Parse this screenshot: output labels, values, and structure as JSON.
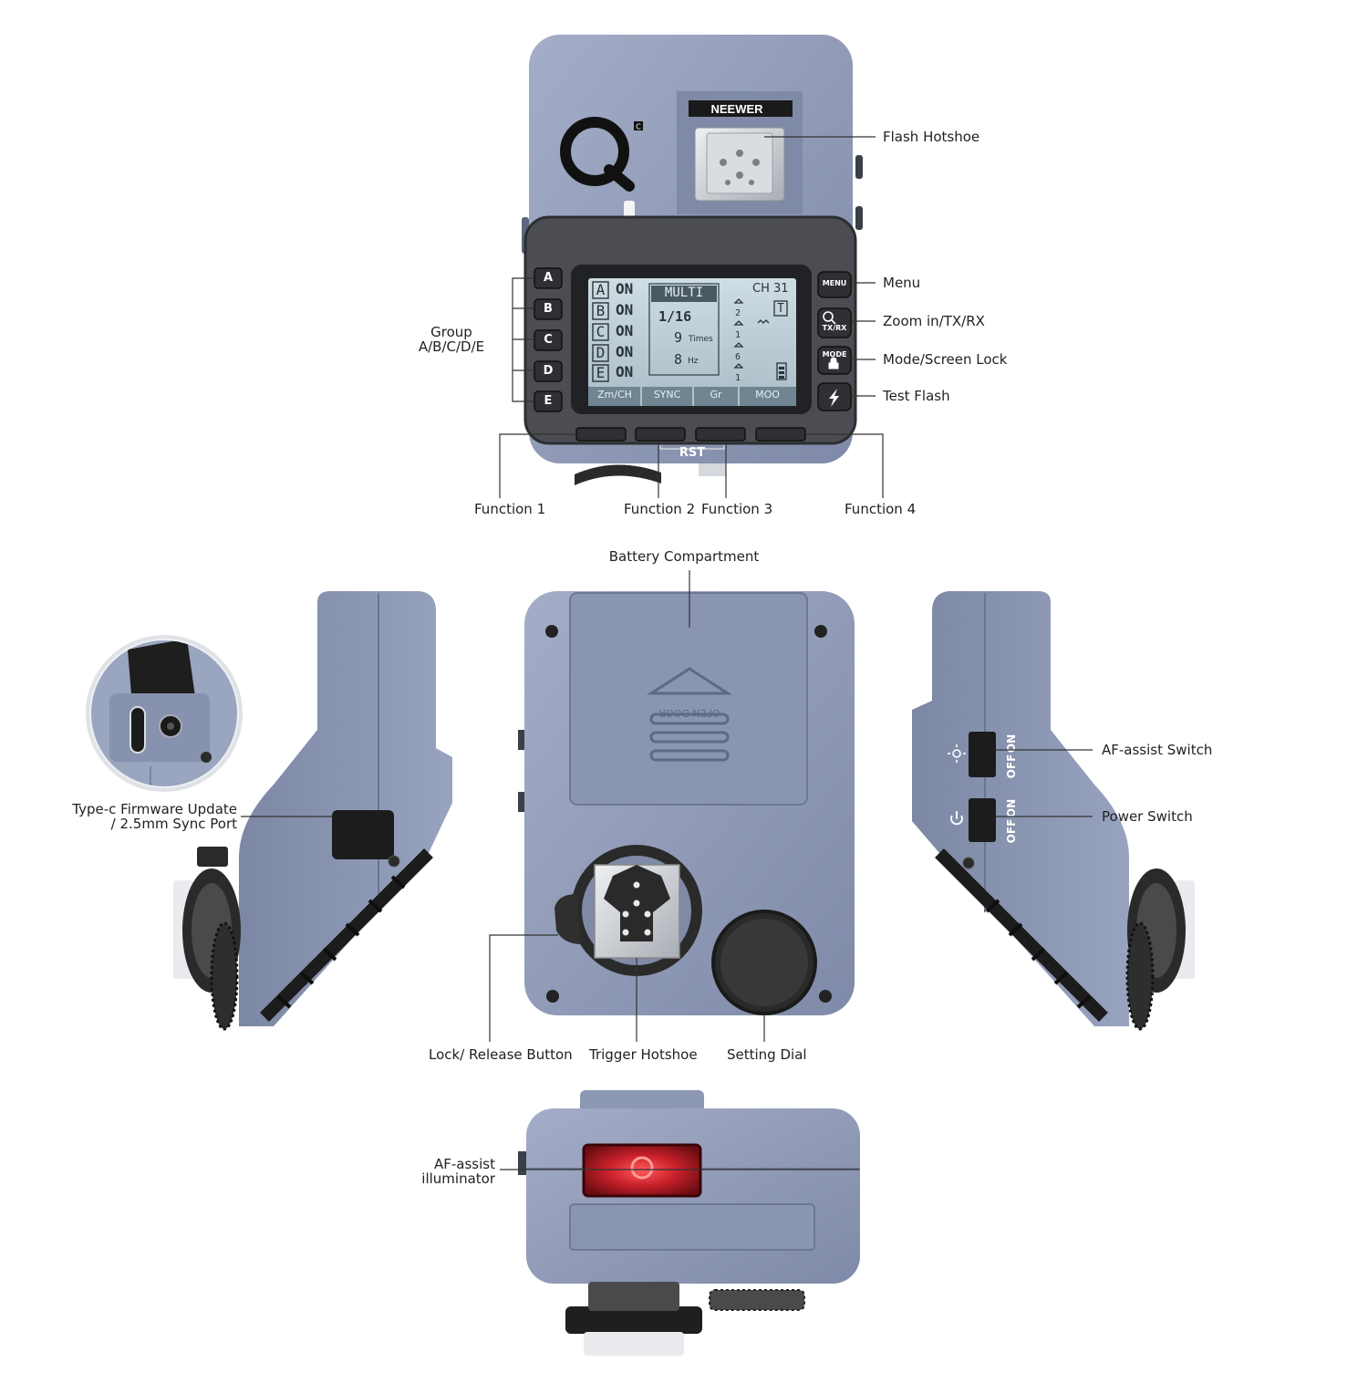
{
  "colors": {
    "body": "#8f9ab7",
    "body_dark": "#6f7a98",
    "body_light": "#a9b3cc",
    "panel": "#4b4d52",
    "lcd": "#b9cbd4",
    "lcd_ink": "#2b3238",
    "button": "#2e3034",
    "metal": "#cfd3d8",
    "red": "#c8202a",
    "leader": "#333333"
  },
  "device": {
    "brand": "NEEWER",
    "logo_mark": "Q",
    "logo_sub": "C",
    "group_buttons": [
      "A",
      "B",
      "C",
      "D",
      "E"
    ],
    "right_buttons": [
      {
        "icon": "menu-icon",
        "label": "MENU"
      },
      {
        "icon": "zoom-icon",
        "label": "TX/RX"
      },
      {
        "icon": "lock-icon",
        "label": "MODE"
      },
      {
        "icon": "flash-icon",
        "label": ""
      }
    ],
    "rst_label": "RST",
    "door_text": "OPEN DOOR",
    "switch_on": "ON",
    "switch_off": "OFF"
  },
  "lcd": {
    "groups": [
      {
        "letter": "A",
        "state": "ON"
      },
      {
        "letter": "B",
        "state": "ON"
      },
      {
        "letter": "C",
        "state": "ON"
      },
      {
        "letter": "D",
        "state": "ON"
      },
      {
        "letter": "E",
        "state": "ON"
      }
    ],
    "mode": "MULTI",
    "power": "1/16",
    "times_value": "9",
    "times_unit": "Times",
    "hz_value": "8",
    "hz_unit": "Hz",
    "channel": "CH 31",
    "tag": "T",
    "zoom_digits": [
      "2",
      "1",
      "6",
      "1"
    ],
    "softkeys": [
      "Zm/CH",
      "SYNC",
      "Gr",
      "MOO"
    ]
  },
  "labels": {
    "flash_hotshoe": "Flash Hotshoe",
    "menu": "Menu",
    "zoom": "Zoom in/TX/RX",
    "mode": "Mode/Screen Lock",
    "test_flash": "Test Flash",
    "group_line1": "Group",
    "group_line2": "A/B/C/D/E",
    "function1": "Function 1",
    "function2": "Function 2",
    "function3": "Function 3",
    "function4": "Function 4",
    "battery": "Battery Compartment",
    "typec_line1": "Type-c Firmware Update",
    "typec_line2": "/ 2.5mm Sync Port",
    "af_switch": "AF-assist Switch",
    "power_switch": "Power Switch",
    "lock_release": "Lock/ Release Button",
    "trigger_hotshoe": "Trigger Hotshoe",
    "setting_dial": "Setting Dial",
    "af_illum_line1": "AF-assist",
    "af_illum_line2": "illuminator"
  }
}
